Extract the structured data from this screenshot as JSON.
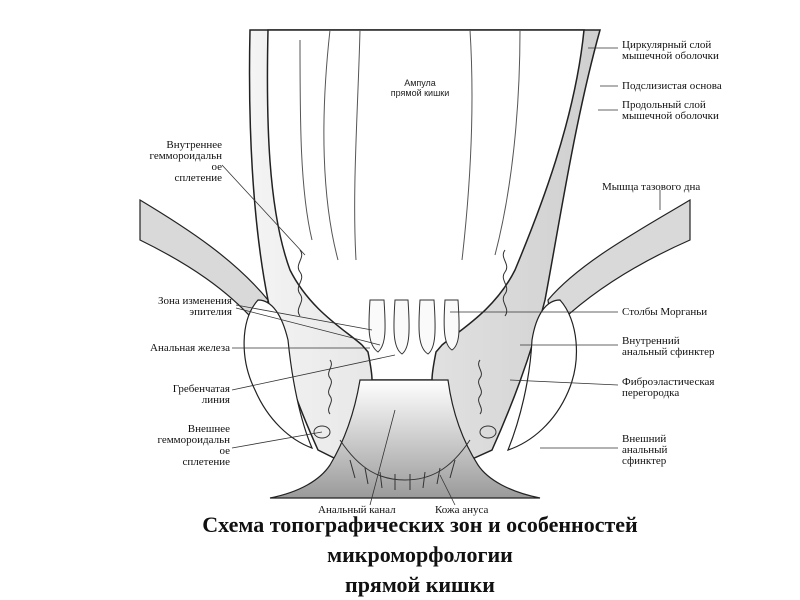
{
  "diagram": {
    "center_label": "Ампула\nпрямой кишки",
    "labels_left": {
      "internal_plexus": "Внутреннее\nгеммороидальн\nое\nсплетение",
      "epithelium_zone": "Зона изменения\nэпителия",
      "anal_gland": "Анальная железа",
      "pectinate_line": "Гребенчатая\nлиния",
      "external_plexus": "Внешнее\nгеммороидальн\nое\nсплетение"
    },
    "labels_right": {
      "circular_layer": "Циркулярный слой\nмышечной оболочки",
      "submucosa": "Подслизистая основа",
      "longitudinal_layer": "Продольный слой\nмышечной оболочки",
      "pelvic_floor": "Мышца тазового дна",
      "morgagni_columns": "Столбы Морганьи",
      "internal_sphincter": "Внутренний\nанальный сфинктер",
      "fibroelastic_septum": "Фиброэластическая\nперегородка",
      "external_sphincter": "Внешний\nанальный\nсфинктер"
    },
    "labels_bottom": {
      "anal_canal": "Анальный канал",
      "anus_skin": "Кожа ануса"
    }
  },
  "caption": {
    "line1": "Схема топографических зон и особенностей",
    "line2": "микроморфологии",
    "line3": "прямой кишки"
  }
}
